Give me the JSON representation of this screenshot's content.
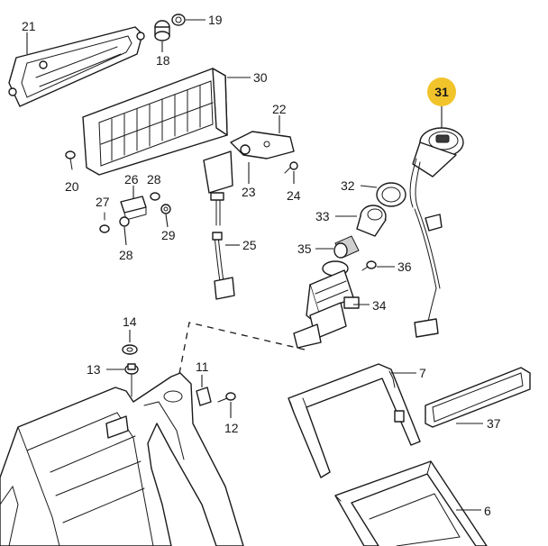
{
  "diagram": {
    "highlight_color": "#f2c42b",
    "line_color": "#1a1a1a",
    "highlighted_part": "31",
    "callouts": {
      "c21": "21",
      "c19": "19",
      "c18": "18",
      "c30": "30",
      "c31": "31",
      "c22": "22",
      "c20": "20",
      "c26": "26",
      "c28a": "28",
      "c27": "27",
      "c28b": "28",
      "c29": "29",
      "c23": "23",
      "c24": "24",
      "c32": "32",
      "c33": "33",
      "c25": "25",
      "c35": "35",
      "c36": "36",
      "c34": "34",
      "c14": "14",
      "c13": "13",
      "c11": "11",
      "c12": "12",
      "c7": "7",
      "c37": "37",
      "c6": "6"
    }
  }
}
